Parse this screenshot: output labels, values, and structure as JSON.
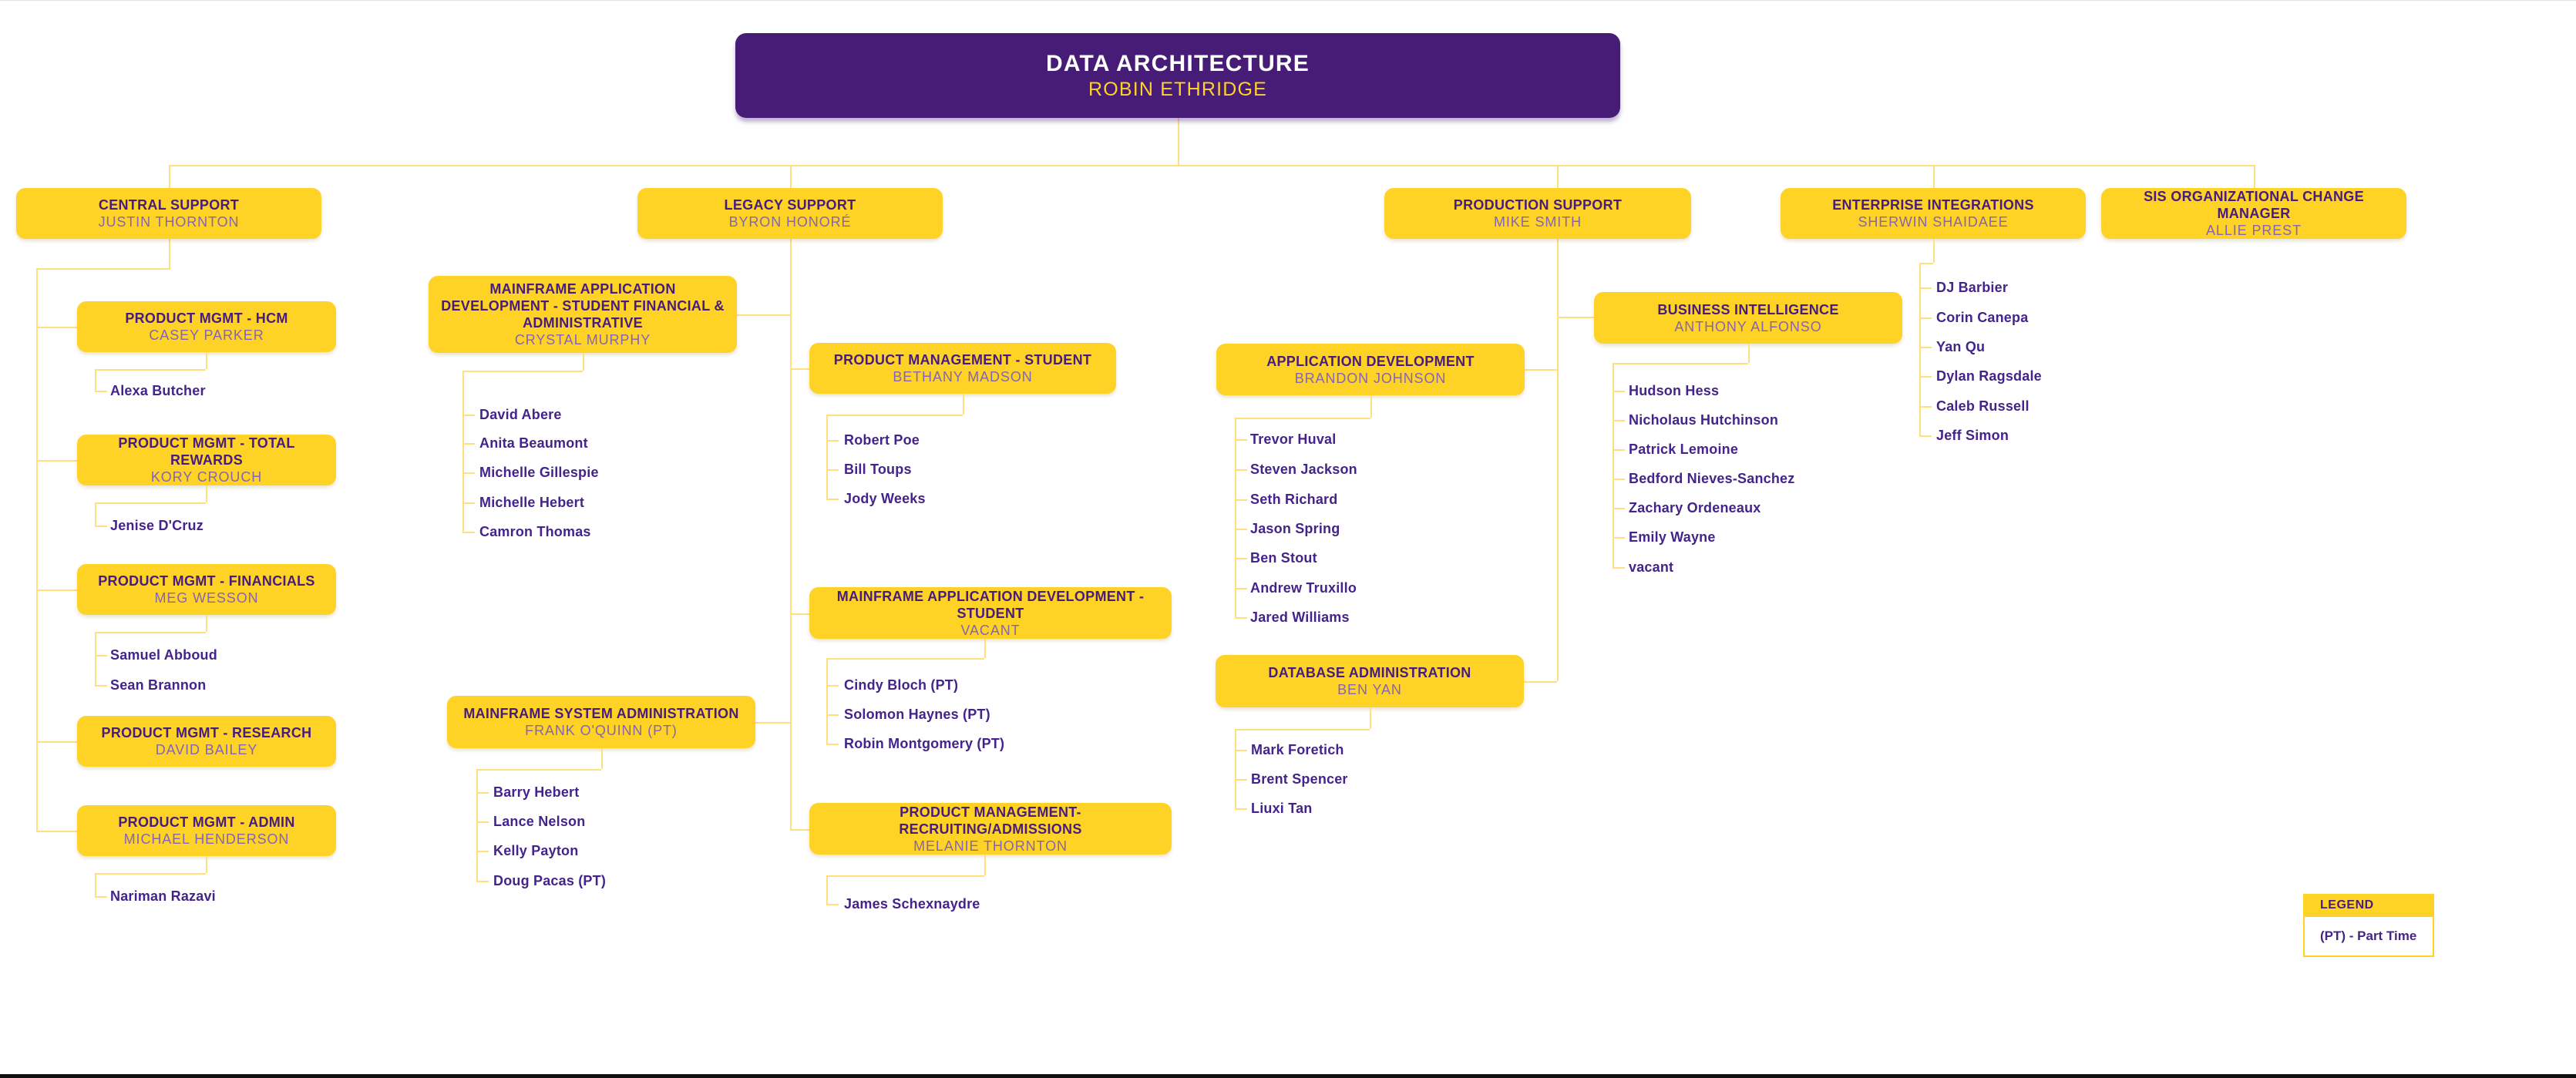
{
  "root": {
    "title": "DATA ARCHITECTURE",
    "name": "ROBIN ETHRIDGE"
  },
  "departments": [
    {
      "id": "central-support",
      "title": "CENTRAL SUPPORT",
      "name": "JUSTIN THORNTON",
      "children": [
        {
          "id": "pm-hcm",
          "title": "PRODUCT MGMT - HCM",
          "name": "CASEY PARKER",
          "staff": [
            "Alexa Butcher"
          ]
        },
        {
          "id": "pm-total-rewards",
          "title": "PRODUCT MGMT - TOTAL REWARDS",
          "name": "KORY CROUCH",
          "staff": [
            "Jenise D'Cruz"
          ]
        },
        {
          "id": "pm-financials",
          "title": "PRODUCT MGMT - FINANCIALS",
          "name": "MEG WESSON",
          "staff": [
            "Samuel Abboud",
            "Sean Brannon"
          ]
        },
        {
          "id": "pm-research",
          "title": "PRODUCT MGMT - RESEARCH",
          "name": "DAVID BAILEY",
          "staff": []
        },
        {
          "id": "pm-admin",
          "title": "PRODUCT MGMT - ADMIN",
          "name": "MICHAEL HENDERSON",
          "staff": [
            "Nariman Razavi"
          ]
        }
      ]
    },
    {
      "id": "legacy-support",
      "title": "LEGACY SUPPORT",
      "name": "BYRON HONORÉ",
      "children": [
        {
          "id": "mad-sfa",
          "title": "MAINFRAME APPLICATION  DEVELOPMENT - STUDENT FINANCIAL & ADMINISTRATIVE",
          "name": "CRYSTAL MURPHY",
          "staff": [
            "David Abere",
            "Anita Beaumont",
            "Michelle Gillespie",
            "Michelle Hebert",
            "Camron Thomas"
          ]
        },
        {
          "id": "pm-student",
          "title": "PRODUCT MANAGEMENT - STUDENT",
          "name": "BETHANY MADSON",
          "staff": [
            "Robert Poe",
            "Bill Toups",
            "Jody Weeks"
          ]
        },
        {
          "id": "mad-student",
          "title": "MAINFRAME APPLICATION DEVELOPMENT - STUDENT",
          "name": "VACANT",
          "staff": [
            "Cindy Bloch (PT)",
            "Solomon Haynes (PT)",
            "Robin Montgomery (PT)"
          ]
        },
        {
          "id": "msa",
          "title": "MAINFRAME SYSTEM ADMINISTRATION",
          "name": "FRANK O'QUINN (PT)",
          "staff": [
            "Barry Hebert",
            "Lance Nelson",
            "Kelly Payton",
            "Doug Pacas (PT)"
          ]
        },
        {
          "id": "pm-recruiting",
          "title": "PRODUCT MANAGEMENT- RECRUITING/ADMISSIONS",
          "name": "MELANIE THORNTON",
          "staff": [
            "James Schexnaydre"
          ]
        }
      ]
    },
    {
      "id": "production-support",
      "title": "PRODUCTION SUPPORT",
      "name": "MIKE SMITH",
      "children": [
        {
          "id": "business-intelligence",
          "title": "BUSINESS INTELLIGENCE",
          "name": "ANTHONY ALFONSO",
          "staff": [
            "Hudson Hess",
            "Nicholaus Hutchinson",
            "Patrick Lemoine",
            "Bedford Nieves-Sanchez",
            "Zachary Ordeneaux",
            "Emily Wayne",
            "vacant"
          ]
        },
        {
          "id": "app-dev",
          "title": "APPLICATION DEVELOPMENT",
          "name": "BRANDON JOHNSON",
          "staff": [
            "Trevor Huval",
            "Steven Jackson",
            "Seth Richard",
            "Jason Spring",
            "Ben Stout",
            "Andrew Truxillo",
            "Jared Williams"
          ]
        },
        {
          "id": "dba",
          "title": "DATABASE ADMINISTRATION",
          "name": "BEN YAN",
          "staff": [
            "Mark Foretich",
            "Brent Spencer",
            "Liuxi Tan"
          ]
        }
      ]
    },
    {
      "id": "enterprise-integrations",
      "title": "ENTERPRISE INTEGRATIONS",
      "name": "SHERWIN SHAIDAEE",
      "staff": [
        "DJ Barbier",
        "Corin Canepa",
        "Yan Qu",
        "Dylan Ragsdale",
        "Caleb Russell",
        "Jeff Simon"
      ],
      "children": []
    },
    {
      "id": "sis-ocm",
      "title": "SIS ORGANIZATIONAL CHANGE MANAGER",
      "name": "ALLIE PREST",
      "children": []
    }
  ],
  "legend": {
    "header": "LEGEND",
    "entries": [
      "(PT) - Part Time"
    ]
  },
  "colors": {
    "purple": "#461C77",
    "gold": "#FFD226",
    "line_gold": "#FFDF7E",
    "title_purple": "#461D7C",
    "subtitle_purple": "#8465B2",
    "staff_purple": "#44238A"
  }
}
